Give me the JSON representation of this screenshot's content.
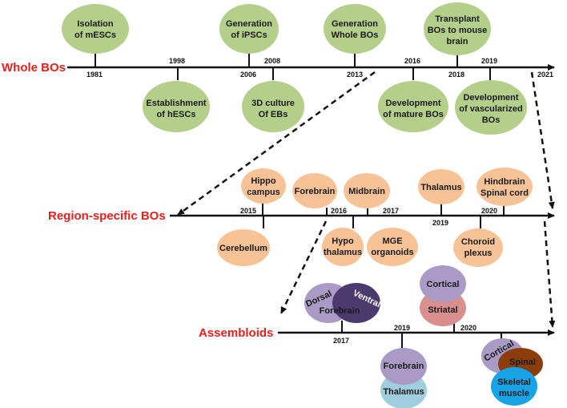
{
  "rows": {
    "whole": "Whole BOs",
    "region": "Region-specific  BOs",
    "assembloids": "Assembloids"
  },
  "whole_years": {
    "y1981": "1981",
    "y1998": "1998",
    "y2006": "2006",
    "y2008": "2008",
    "y2013": "2013",
    "y2016": "2016",
    "y2018": "2018",
    "y2019": "2019",
    "y2021": "2021"
  },
  "whole_events": {
    "isolation": [
      "Isolation",
      "of mESCs"
    ],
    "establishment": [
      "Establishment",
      "of hESCs"
    ],
    "ipsc": [
      "Generation",
      "of iPSCs"
    ],
    "eb": [
      "3D culture",
      "Of EBs"
    ],
    "wholebo": [
      "Generation",
      "Whole BOs"
    ],
    "mature": [
      "Development",
      "of mature BOs"
    ],
    "transplant": [
      "Transplant",
      "BOs to mouse",
      "brain"
    ],
    "vascular": [
      "Development",
      "of vascularized",
      "BOs"
    ]
  },
  "region_years": {
    "y2015": "2015",
    "y2016": "2016",
    "y2017": "2017",
    "y2019": "2019",
    "y2020": "2020"
  },
  "region_events": {
    "hippo": [
      "Hippo",
      "campus"
    ],
    "forebrain": [
      "Forebrain"
    ],
    "midbrain": [
      "Midbrain"
    ],
    "thalamus": [
      "Thalamus"
    ],
    "hindbrain": [
      "Hindbrain",
      "Spinal cord"
    ],
    "cerebellum": [
      "Cerebellum"
    ],
    "hypo": [
      "Hypo",
      "thalamus"
    ],
    "mge": [
      "MGE",
      "organoids"
    ],
    "choroid": [
      "Choroid",
      "plexus"
    ]
  },
  "assembloid_years": {
    "y2017": "2017",
    "y2019": "2019",
    "y2020": "2020"
  },
  "assembloid_events": {
    "dorsal": "Dorsal",
    "ventral": "Ventral",
    "forebrain_pair": "Forebrain",
    "cortical_top": "Cortical",
    "striatal": "Striatal",
    "forebrain_low": "Forebrain",
    "thalamus_low": "Thalamus",
    "cortical_low": "Cortical",
    "spinal": "Spinal",
    "skeletal": [
      "Skeletal",
      "muscle"
    ]
  },
  "colors": {
    "label_red": "#e8201c",
    "green_node": "#b4cf8a",
    "orange_node": "#f7c396",
    "lavender_node": "#a99bc6",
    "dark_purple_node": "#4a3a6d",
    "red_node": "#d88f8d",
    "light_blue_node": "#9fcfdf",
    "brown_node": "#8b3e0c",
    "cyan_node": "#17a3e6"
  }
}
